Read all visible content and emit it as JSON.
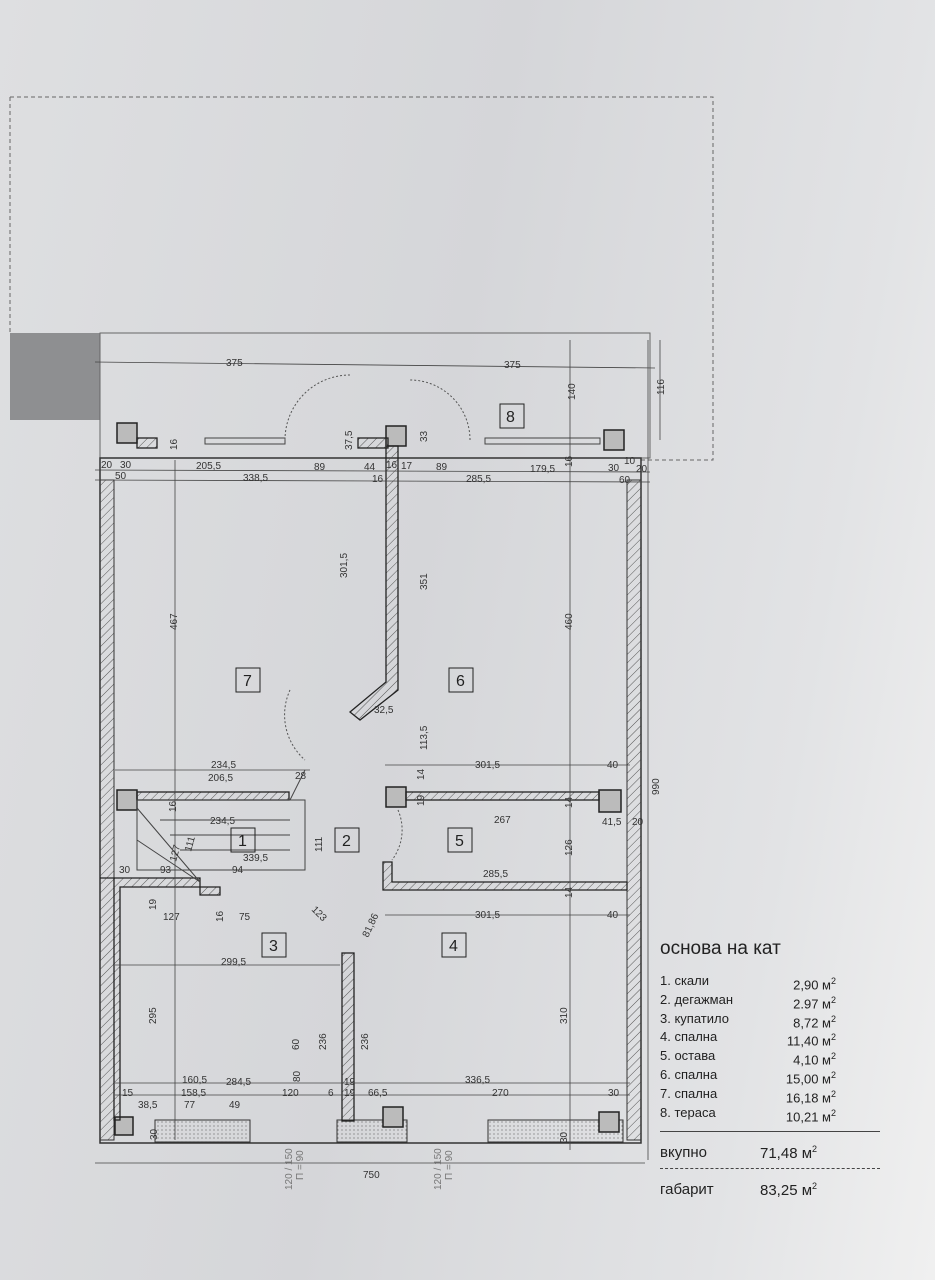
{
  "rooms": [
    "1",
    "2",
    "3",
    "4",
    "5",
    "6",
    "7",
    "8"
  ],
  "dims": [
    "375",
    "375",
    "116",
    "140",
    "37,5",
    "33",
    "16",
    "16",
    "20",
    "30",
    "205,5",
    "89",
    "44",
    "16",
    "17",
    "89",
    "179,5",
    "30",
    "10",
    "20",
    "50",
    "338,5",
    "16",
    "285,5",
    "60",
    "467",
    "301,5",
    "351",
    "460",
    "990",
    "113,5",
    "32,5",
    "234,5",
    "206,5",
    "28",
    "16",
    "234,5",
    "111",
    "127",
    "111",
    "339,5",
    "30",
    "93",
    "94",
    "301,5",
    "40",
    "14",
    "19",
    "14",
    "267",
    "41,5",
    "20",
    "126",
    "285,5",
    "14",
    "301,5",
    "40",
    "19",
    "127",
    "16",
    "75",
    "123",
    "81,86",
    "299,5",
    "295",
    "60",
    "236",
    "236",
    "80",
    "160,5",
    "284,5",
    "158,5",
    "120",
    "6",
    "19",
    "19",
    "66,5",
    "336,5",
    "270",
    "30",
    "15",
    "38,5",
    "77",
    "49",
    "30",
    "310",
    "30",
    "750"
  ],
  "window_notes": [
    "120 / 150",
    "П = 90",
    "120 / 150",
    "П = 90"
  ],
  "legend": {
    "title": "основа на кат",
    "items": [
      {
        "label": "1.  скали",
        "area": "2,90 м",
        "unit_exp": "2"
      },
      {
        "label": "2. дегажман",
        "area": "2.97 м",
        "unit_exp": "2"
      },
      {
        "label": "3. купатило",
        "area": "8,72 м",
        "unit_exp": "2"
      },
      {
        "label": "4. спална",
        "area": "11,40 м",
        "unit_exp": "2"
      },
      {
        "label": "5. остава",
        "area": "4,10 м",
        "unit_exp": "2"
      },
      {
        "label": "6. спална",
        "area": "15,00 м",
        "unit_exp": "2"
      },
      {
        "label": "7. спална",
        "area": "16,18 м",
        "unit_exp": "2"
      },
      {
        "label": "8. тераса",
        "area": "10,21 м",
        "unit_exp": "2"
      }
    ],
    "total_label": "вкупно",
    "total_value": "71,48 м",
    "total_exp": "2",
    "gross_label": "габарит",
    "gross_value": "83,25 м",
    "gross_exp": "2"
  }
}
